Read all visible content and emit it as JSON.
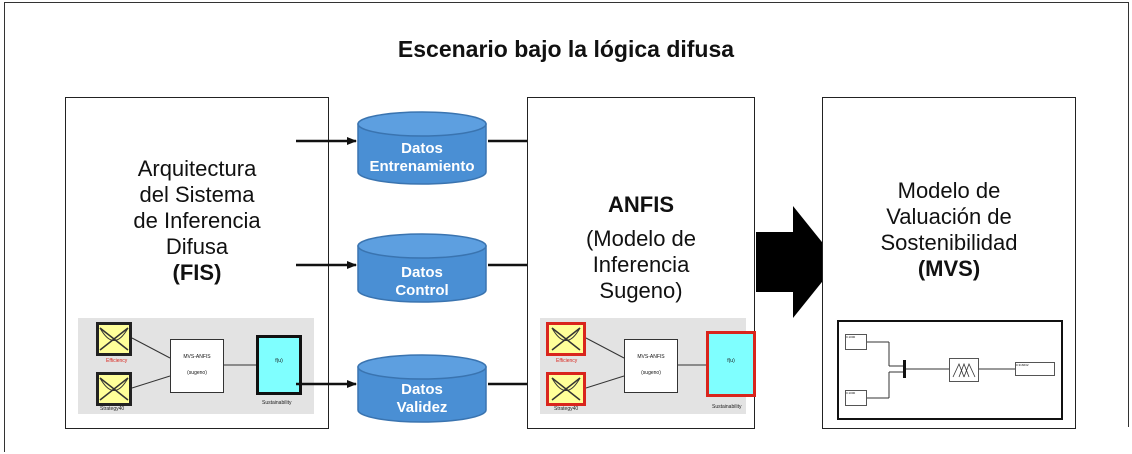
{
  "title": "Escenario bajo la lógica difusa",
  "fis_box": {
    "lines": [
      "Arquitectura",
      "del Sistema",
      "de Inferencia",
      "Difusa"
    ],
    "abbr": "(FIS)",
    "diagram": {
      "input1": "Efficiency",
      "input2": "Strategy40",
      "model": "MVS-ANFIS",
      "model_type": "(sugeno)",
      "output_label": "f(u)",
      "output": "Sustainability"
    }
  },
  "cylinders": [
    {
      "line1": "Datos",
      "line2": "Entrenamiento"
    },
    {
      "line1": "Datos",
      "line2": "Control"
    },
    {
      "line1": "Datos",
      "line2": "Validez"
    }
  ],
  "anfis_box": {
    "heading": "ANFIS",
    "lines": [
      "(Modelo de",
      "Inferencia",
      "Sugeno)"
    ],
    "diagram": {
      "input1": "Efficiency",
      "input2": "Strategy40",
      "model": "MVS-ANFIS",
      "model_type": "(sugeno)",
      "output_label": "f(u)",
      "output": "Sustainability"
    }
  },
  "mvs_box": {
    "lines": [
      "Modelo de",
      "Valuación de",
      "Sostenibilidad"
    ],
    "abbr": "(MVS)",
    "sim": {
      "const1": "0.1000",
      "const2": "0.1000",
      "display": "0.316632"
    }
  }
}
